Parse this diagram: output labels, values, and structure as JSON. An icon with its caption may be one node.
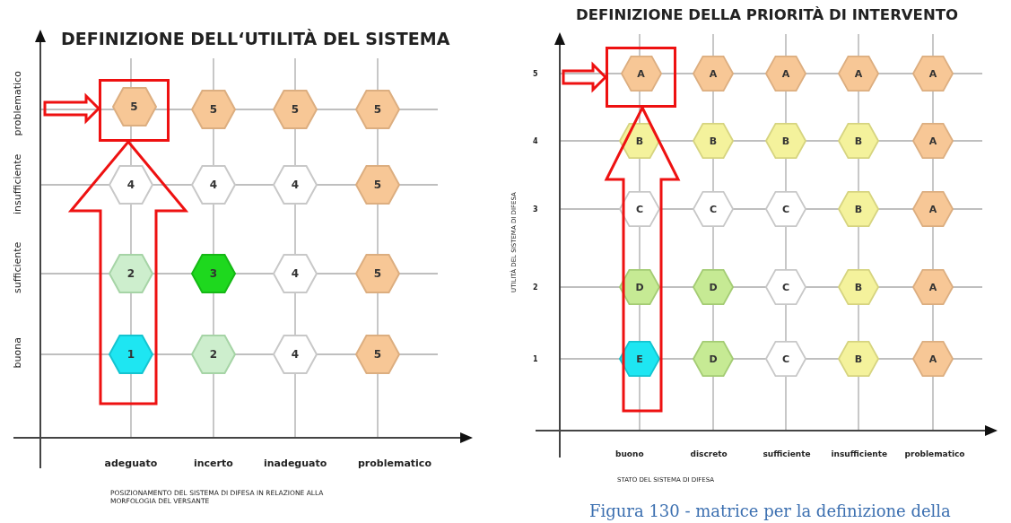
{
  "diagram": {
    "caption": "Figura 130 - matrice per la definizione della",
    "nodes": [
      {
        "text": [],
        "shape": "box"
      },
      {
        "text": [
          "5"
        ],
        "in": 0
      },
      {
        "text": [
          "5"
        ]
      },
      {
        "text": [
          "5"
        ]
      },
      {
        "text": [
          "5"
        ]
      },
      {
        "text": [
          "4"
        ]
      },
      {
        "text": [
          "4"
        ]
      },
      {
        "text": [
          "4"
        ]
      },
      {
        "text": [
          "5"
        ]
      },
      {
        "text": [
          "2"
        ]
      },
      {
        "text": [
          "3"
        ]
      },
      {
        "text": [
          "4"
        ]
      },
      {
        "text": [
          "5"
        ]
      },
      {
        "text": [
          "1"
        ]
      },
      {
        "text": [
          "2"
        ]
      },
      {
        "text": [
          "4"
        ]
      },
      {
        "text": [
          "5"
        ]
      },
      {
        "text": [],
        "shape": "box"
      },
      {
        "text": [
          "A"
        ],
        "in": 17
      },
      {
        "text": [
          "A"
        ]
      },
      {
        "text": [
          "A"
        ]
      },
      {
        "text": [
          "A"
        ]
      },
      {
        "text": [
          "A"
        ]
      },
      {
        "text": [
          "B"
        ]
      },
      {
        "text": [
          "B"
        ]
      },
      {
        "text": [
          "B"
        ]
      },
      {
        "text": [
          "B"
        ]
      },
      {
        "text": [
          "A"
        ]
      },
      {
        "text": [
          "C"
        ]
      },
      {
        "text": [
          "C"
        ]
      },
      {
        "text": [
          "C"
        ]
      },
      {
        "text": [
          "B"
        ]
      },
      {
        "text": [
          "A"
        ]
      },
      {
        "text": [
          "D"
        ]
      },
      {
        "text": [
          "D"
        ]
      },
      {
        "text": [
          "C"
        ]
      },
      {
        "text": [
          "B"
        ]
      },
      {
        "text": [
          "A"
        ]
      },
      {
        "text": [
          "E"
        ]
      },
      {
        "text": [
          "D"
        ]
      },
      {
        "text": [
          "C"
        ]
      },
      {
        "text": [
          "B"
        ]
      },
      {
        "text": [
          "A"
        ]
      }
    ],
    "edges": [
      {
        "from": null,
        "to": 0,
        "arrow": "to"
      },
      {
        "from": null,
        "to": 0,
        "arrow": "to"
      },
      {
        "from": null,
        "to": 17,
        "arrow": "to"
      },
      {
        "from": null,
        "to": 17,
        "arrow": "to"
      }
    ],
    "labels": [
      "DEFINIZIONE DELL‘UTILITÀ DEL SISTEMA",
      "problematico",
      "insufficiente",
      "sufficiente",
      "buona",
      "adeguato",
      "incerto",
      "inadeguato",
      "problematico",
      "POSIZIONAMENTO DEL SISTEMA DI DIFESA IN RELAZIONE ALLA MORFOLOGIA DEL VERSANTE",
      "DEFINIZIONE DELLA PRIORITÀ DI INTERVENTO",
      "5",
      "4",
      "3",
      "2",
      "1",
      "UTILITÀ DEL SISTEMA DI DIFESA",
      "buono",
      "discreto",
      "sufficiente",
      "insufficiente",
      "problematico",
      "STATO DEL SISTEMA DI DIFESA"
    ]
  }
}
